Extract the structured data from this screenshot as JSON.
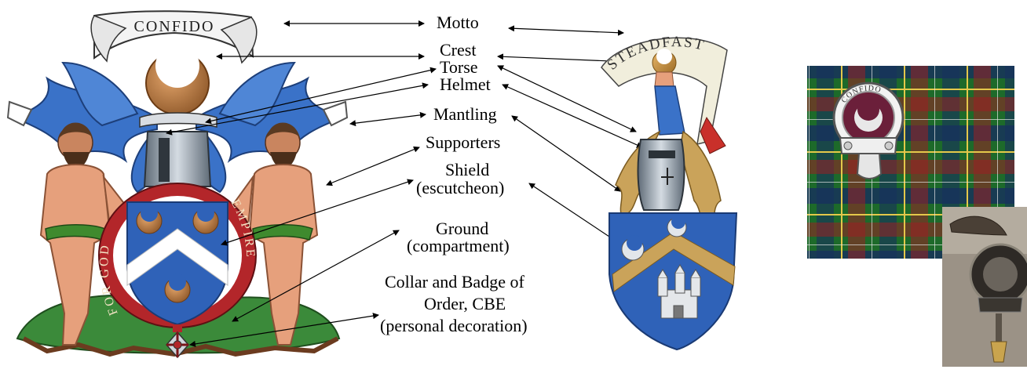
{
  "labels": {
    "motto": "Motto",
    "crest": "Crest",
    "torse": "Torse",
    "helmet": "Helmet",
    "mantling": "Mantling",
    "supporters": "Supporters",
    "shield_1": "Shield",
    "shield_2": "(escutcheon)",
    "ground_1": "Ground",
    "ground_2": "(compartment)",
    "collar_1": "Collar and Badge of",
    "collar_2": "Order, CBE",
    "collar_3": "(personal decoration)"
  },
  "arms": {
    "motto_scroll": "CONFIDO",
    "collar_left": "FOR GOD",
    "collar_right": "EMPIRE"
  },
  "crest_example": {
    "motto_scroll": "STEADFAST"
  },
  "clan_badge": {
    "motto": "CONFIDO"
  },
  "colors": {
    "mantling_blue": "#3a72c8",
    "shield_blue": "#2f62b8",
    "gold": "#c8923c",
    "flesh": "#e6a07c",
    "collar_red": "#b3262a",
    "ground_green": "#3b8a3a",
    "steel": "#9aa7b3",
    "tartan_green": "#1d6a2a",
    "tartan_red": "#9a1f22"
  }
}
